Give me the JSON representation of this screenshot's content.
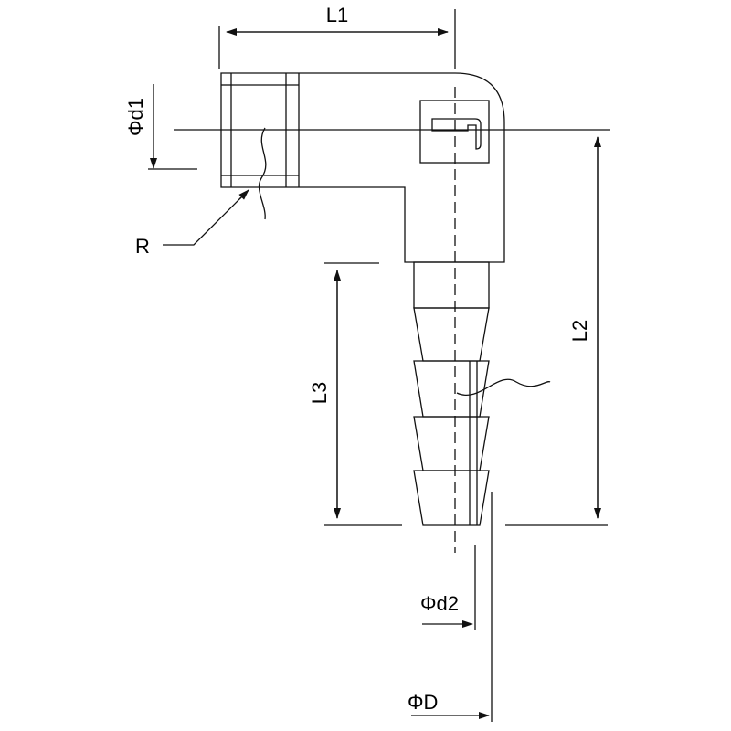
{
  "drawing": {
    "labels": {
      "L1": "L1",
      "L2": "L2",
      "L3": "L3",
      "d1": "Φd1",
      "R": "R",
      "d2": "Φd2",
      "D": "ΦD"
    },
    "line_color": "#111111",
    "background": "#ffffff"
  }
}
